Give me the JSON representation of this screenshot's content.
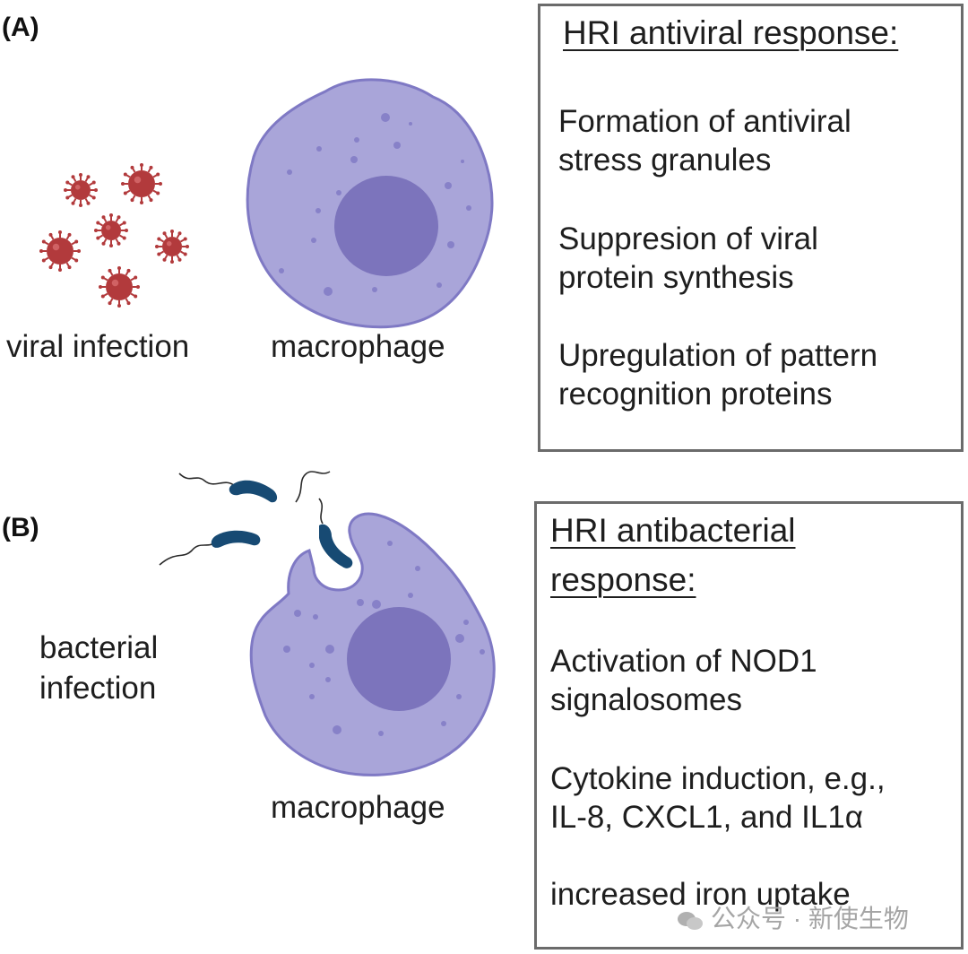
{
  "panel_a": {
    "label": "(A)",
    "viral_caption": "viral  infection",
    "macrophage_caption": "macrophage",
    "box": {
      "title": "HRI antiviral response:",
      "items": [
        "Formation of antiviral\nstress granules",
        "Suppresion of viral\nprotein synthesis",
        "Upregulation of pattern\nrecognition proteins"
      ]
    }
  },
  "panel_b": {
    "label": "(B)",
    "bacterial_caption": "bacterial\ninfection",
    "macrophage_caption": "macrophage",
    "box": {
      "title_line1": "HRI antibacterial ",
      "title_line2": "response:",
      "items": [
        "Activation of NOD1\nsignalosomes",
        "Cytokine induction, e.g.,\nIL-8, CXCL1, and IL1α",
        "increased iron uptake"
      ]
    }
  },
  "watermark": "公众号 · 新使生物",
  "colors": {
    "cell_fill": "#a9a5d9",
    "cell_stroke": "#7f79c4",
    "nucleus": "#7c74bc",
    "virus": "#b23a3c",
    "bacteria": "#174a73",
    "box_border": "#6b6b6b"
  }
}
